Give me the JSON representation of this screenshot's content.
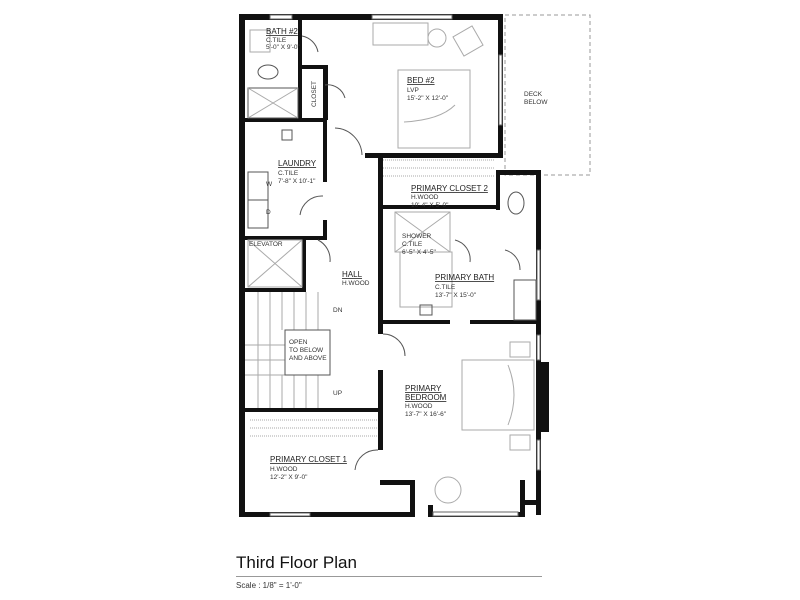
{
  "plan": {
    "title": "Third Floor Plan",
    "scale": "Scale : 1/8\" = 1'-0\"",
    "rooms": {
      "bath2": {
        "name": "BATH #2",
        "finish": "C.TILE",
        "size": "5'-0\" X 9'-0\""
      },
      "bed2": {
        "name": "BED #2",
        "finish": "LVP",
        "size": "15'-2\" X 12'-0\""
      },
      "closet": {
        "name": "CLOSET"
      },
      "deck": {
        "line1": "DECK",
        "line2": "BELOW"
      },
      "laundry": {
        "name": "LAUNDRY",
        "finish": "C.TILE",
        "size": "7'-8\" X 10'-1\"",
        "washer": "W",
        "dryer": "D"
      },
      "primary_closet2": {
        "name": "PRIMARY CLOSET 2",
        "finish": "H.WOOD",
        "size": "10'-4\" X 5'-0\""
      },
      "shower": {
        "name": "SHOWER",
        "finish": "C.TILE",
        "size": "6'-5\" X 4'-5\""
      },
      "elevator": {
        "name": "ELEVATOR"
      },
      "hall": {
        "name": "HALL",
        "finish": "H.WOOD",
        "dn": "DN",
        "up": "UP"
      },
      "primary_bath": {
        "name": "PRIMARY BATH",
        "finish": "C.TILE",
        "size": "13'-7\" X 15'-0\""
      },
      "open": {
        "line1": "OPEN",
        "line2": "TO BELOW",
        "line3": "AND ABOVE"
      },
      "primary_bedroom": {
        "name1": "PRIMARY",
        "name2": "BEDROOM",
        "finish": "H.WOOD",
        "size": "13'-7\" X 16'-6\""
      },
      "primary_closet1": {
        "name": "PRIMARY CLOSET 1",
        "finish": "H.WOOD",
        "size": "12'-2\" X 9'-0\""
      }
    }
  }
}
